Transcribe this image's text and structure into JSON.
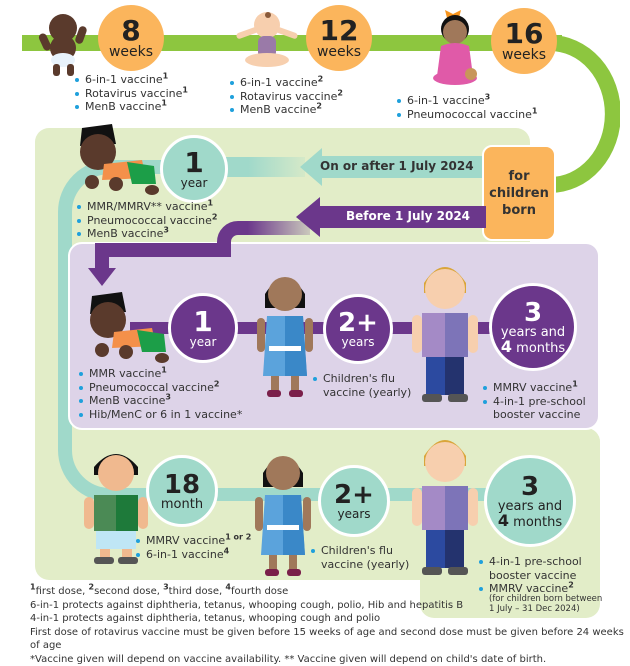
{
  "top_row": {
    "stages": [
      {
        "num": "8",
        "unit": "weeks",
        "vaccines": [
          {
            "name": "6-in-1 vaccine",
            "dose": "1"
          },
          {
            "name": "Rotavirus vaccine",
            "dose": "1"
          },
          {
            "name": "MenB vaccine",
            "dose": "1"
          }
        ]
      },
      {
        "num": "12",
        "unit": "weeks",
        "vaccines": [
          {
            "name": "6-in-1 vaccine",
            "dose": "2"
          },
          {
            "name": "Rotavirus vaccine",
            "dose": "2"
          },
          {
            "name": "MenB vaccine",
            "dose": "2"
          }
        ]
      },
      {
        "num": "16",
        "unit": "weeks",
        "vaccines": [
          {
            "name": "6-in-1 vaccine",
            "dose": "3"
          },
          {
            "name": "Pneumococcal vaccine",
            "dose": "1"
          }
        ]
      }
    ]
  },
  "branch": {
    "box_label": "for children born",
    "after_label": "On or after 1 July 2024",
    "before_label": "Before 1 July 2024"
  },
  "after_path": {
    "one_year": {
      "num": "1",
      "unit": "year",
      "vaccines": [
        {
          "name": "MMR/MMRV** vaccine",
          "dose": "1"
        },
        {
          "name": "Pneumococcal vaccine",
          "dose": "2"
        },
        {
          "name": "MenB vaccine",
          "dose": "3"
        }
      ]
    },
    "eighteen_month": {
      "num": "18",
      "unit": "month",
      "vaccines": [
        {
          "name": "MMRV vaccine",
          "dose": "1 or 2"
        },
        {
          "name": "6-in-1 vaccine",
          "dose": "4"
        }
      ]
    },
    "two_plus": {
      "num": "2+",
      "unit": "years",
      "vaccines": [
        {
          "name": "Children's flu vaccine (yearly)",
          "dose": ""
        }
      ]
    },
    "three_years": {
      "num": "3",
      "unit_a": "years and",
      "num_b": "4",
      "unit_b": "months",
      "vaccines": [
        {
          "name": "4-in-1 pre-school booster vaccine",
          "dose": ""
        },
        {
          "name": "MMRV vaccine",
          "dose": "2"
        }
      ],
      "note": "(for children born between 1 July – 31 Dec 2024)"
    }
  },
  "before_path": {
    "one_year": {
      "num": "1",
      "unit": "year",
      "vaccines": [
        {
          "name": "MMR vaccine",
          "dose": "1"
        },
        {
          "name": "Pneumococcal vaccine",
          "dose": "2"
        },
        {
          "name": "MenB vaccine",
          "dose": "3"
        },
        {
          "name": "Hib/MenC or 6 in 1 vaccine*",
          "dose": ""
        }
      ]
    },
    "two_plus": {
      "num": "2+",
      "unit": "years",
      "vaccines": [
        {
          "name": "Children's flu vaccine (yearly)",
          "dose": ""
        }
      ]
    },
    "three_years": {
      "num": "3",
      "unit_a": "years and",
      "num_b": "4",
      "unit_b": "months",
      "vaccines": [
        {
          "name": "MMRV vaccine",
          "dose": "1"
        },
        {
          "name": "4-in-1 pre-school booster vaccine",
          "dose": ""
        }
      ]
    }
  },
  "footer": {
    "doses": [
      {
        "n": "1",
        "label": "first dose, "
      },
      {
        "n": "2",
        "label": "second dose, "
      },
      {
        "n": "3",
        "label": "third dose, "
      },
      {
        "n": "4",
        "label": "fourth dose"
      }
    ],
    "lines": [
      "6-in-1 protects against diphtheria, tetanus, whooping cough, polio, Hib and hepatitis B",
      "4-in-1 protects against diphtheria, tetanus, whooping cough and polio",
      "First dose of rotavirus vaccine must be given before 15 weeks of age and second dose must be given before 24 weeks of age",
      "*Vaccine given will depend on vaccine availability. ** Vaccine given will depend on child's date of birth."
    ]
  },
  "colors": {
    "green": "#8dc63f",
    "orange": "#fbb55c",
    "teal": "#a0d9ca",
    "purple": "#6b378b",
    "panel_green": "#e2edc8",
    "panel_purple": "#ddd3e8",
    "bullet": "#1fa0dc"
  }
}
